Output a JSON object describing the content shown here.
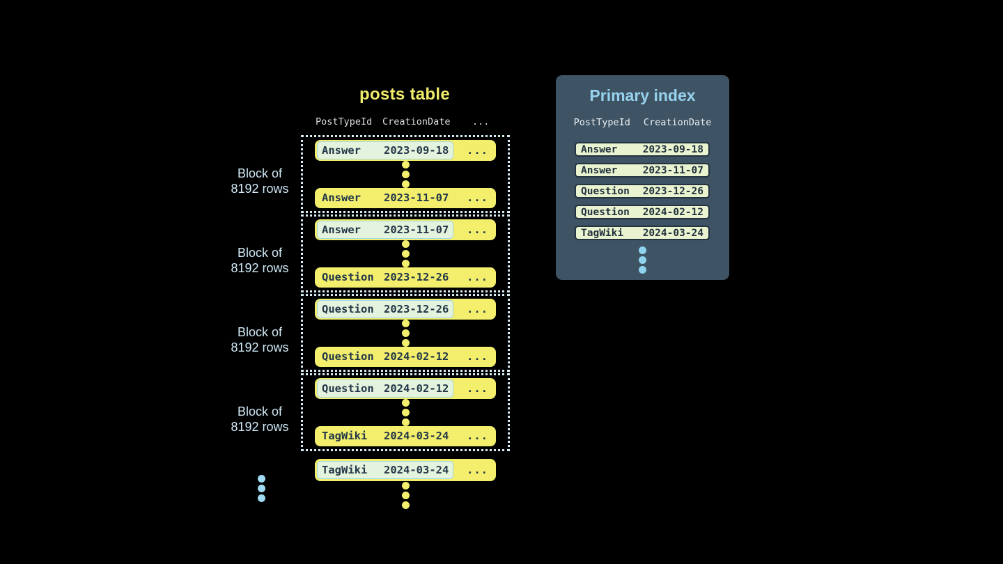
{
  "colors": {
    "background": "#000000",
    "table_row_yellow": "#f3ef6d",
    "row_text_navy": "#233748",
    "highlight_fill": "#e4f3de",
    "highlight_border": "#a0d6ea",
    "block_dotted_border": "#d9edf6",
    "block_label_blue": "#cfe9f6",
    "panel_background": "#3e5464",
    "panel_title_blue": "#97d3ee",
    "index_row_fill": "#e9f3cf",
    "index_row_border": "#24333f",
    "dots_yellow": "#f3ef6d",
    "dots_blue": "#8fd3ef",
    "column_header_text": "#dedede"
  },
  "posts_table": {
    "title": "posts table",
    "columns": {
      "col1": "PostTypeId",
      "col2": "CreationDate",
      "more": "..."
    },
    "block_label": {
      "line1": "Block of",
      "line2": "8192 rows"
    },
    "ellipsis": "...",
    "blocks": [
      {
        "first_row": {
          "post_type": "Answer",
          "creation_date": "2023-09-18"
        },
        "last_row": {
          "post_type": "Answer",
          "creation_date": "2023-11-07"
        }
      },
      {
        "first_row": {
          "post_type": "Answer",
          "creation_date": "2023-11-07"
        },
        "last_row": {
          "post_type": "Question",
          "creation_date": "2023-12-26"
        }
      },
      {
        "first_row": {
          "post_type": "Question",
          "creation_date": "2023-12-26"
        },
        "last_row": {
          "post_type": "Question",
          "creation_date": "2024-02-12"
        }
      },
      {
        "first_row": {
          "post_type": "Question",
          "creation_date": "2024-02-12"
        },
        "last_row": {
          "post_type": "TagWiki",
          "creation_date": "2024-03-24"
        }
      }
    ],
    "next_block_first_row": {
      "post_type": "TagWiki",
      "creation_date": "2024-03-24"
    }
  },
  "primary_index": {
    "title": "Primary index",
    "columns": {
      "col1": "PostTypeId",
      "col2": "CreationDate"
    },
    "rows": [
      {
        "post_type": "Answer",
        "creation_date": "2023-09-18"
      },
      {
        "post_type": "Answer",
        "creation_date": "2023-11-07"
      },
      {
        "post_type": "Question",
        "creation_date": "2023-12-26"
      },
      {
        "post_type": "Question",
        "creation_date": "2024-02-12"
      },
      {
        "post_type": "TagWiki",
        "creation_date": "2024-03-24"
      }
    ]
  }
}
